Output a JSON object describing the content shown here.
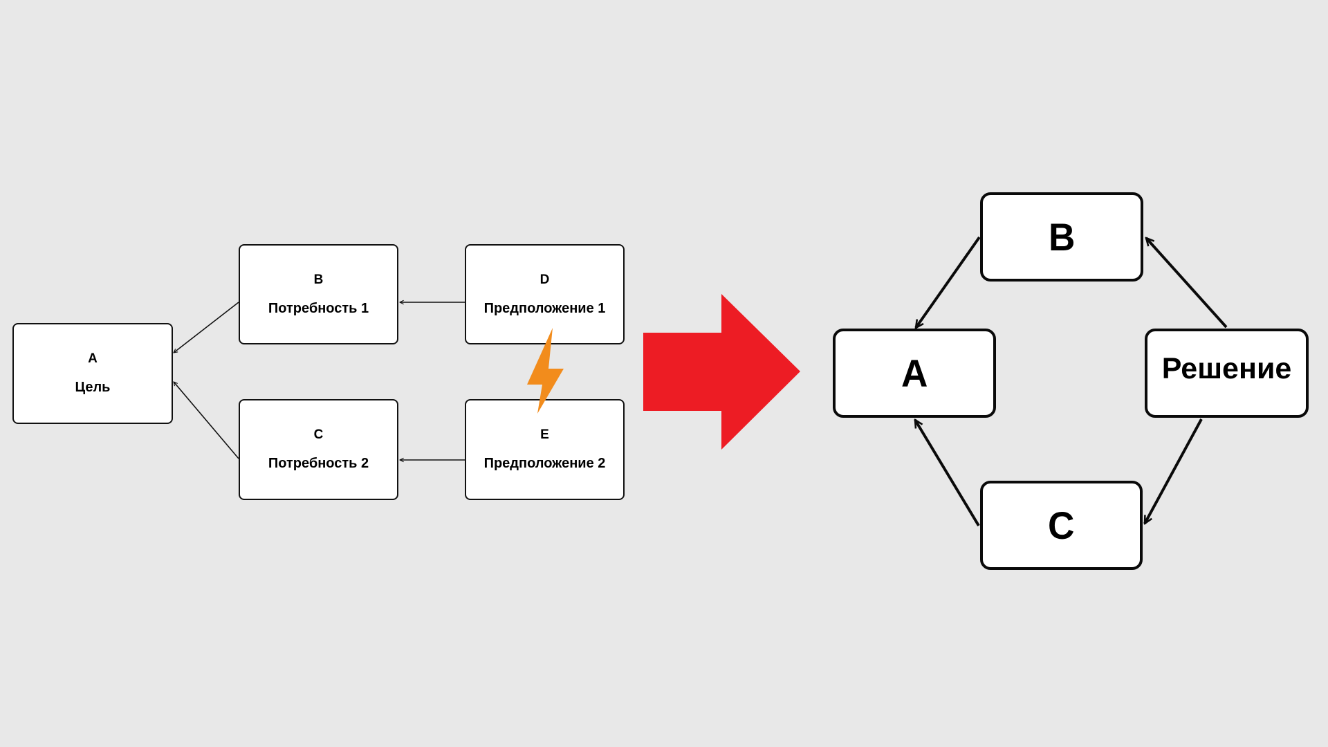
{
  "colors": {
    "background": "#E8E8E8",
    "box_fill": "#FFFFFF",
    "stroke": "#111111",
    "transition_arrow": "#ED1C24",
    "conflict_bolt": "#F28C1C"
  },
  "left_diagram": {
    "title": "Conflict diagram",
    "nodes": {
      "A": {
        "letter": "A",
        "caption": "Цель"
      },
      "B": {
        "letter": "B",
        "caption": "Потребность 1"
      },
      "C": {
        "letter": "C",
        "caption": "Потребность 2"
      },
      "D": {
        "letter": "D",
        "caption": "Предположение 1"
      },
      "E": {
        "letter": "E",
        "caption": "Предположение 2"
      }
    },
    "edges": [
      {
        "from": "B",
        "to": "A"
      },
      {
        "from": "C",
        "to": "A"
      },
      {
        "from": "D",
        "to": "B"
      },
      {
        "from": "E",
        "to": "C"
      }
    ],
    "conflict": {
      "between": [
        "D",
        "E"
      ],
      "icon": "lightning-bolt-icon"
    }
  },
  "transition": {
    "icon": "arrow-right-icon"
  },
  "right_diagram": {
    "title": "Resolution diagram",
    "nodes": {
      "A": {
        "caption": "A"
      },
      "B": {
        "caption": "B"
      },
      "C": {
        "caption": "C"
      },
      "S": {
        "caption": "Решение"
      }
    },
    "edges": [
      {
        "from": "S",
        "to": "B"
      },
      {
        "from": "B",
        "to": "A"
      },
      {
        "from": "S",
        "to": "C"
      },
      {
        "from": "C",
        "to": "A"
      }
    ]
  }
}
